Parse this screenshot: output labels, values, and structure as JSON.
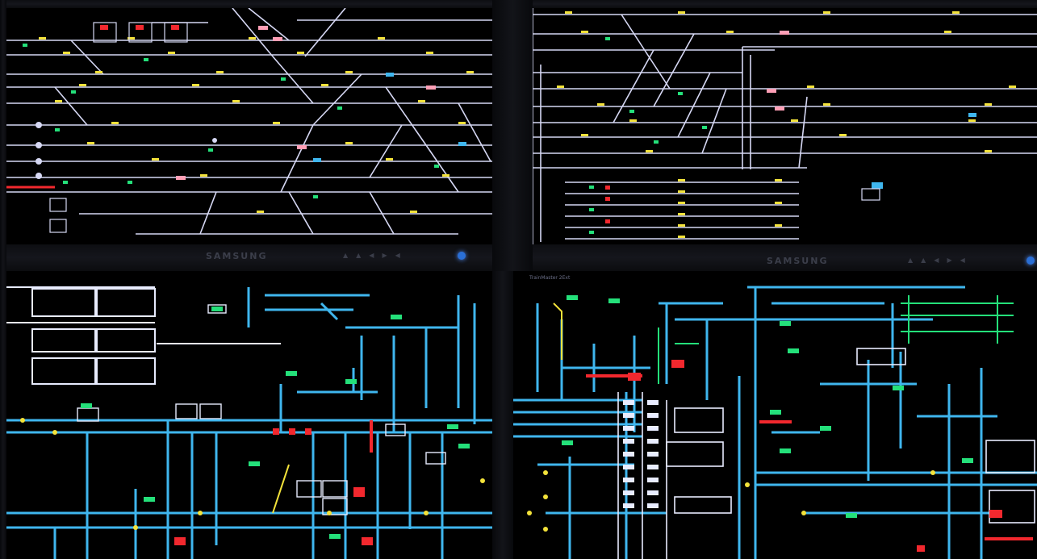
{
  "wall": {
    "title": "Railway signalling control room video wall",
    "monitor_brand": "SAMSUNG",
    "secondary_header": "TrainMaster 2Ext"
  },
  "colors": {
    "background": "#000000",
    "bezel": "#111216",
    "track_white": "#d6d8f4",
    "track_cyan": "#3fb6ee",
    "signal_green": "#24e07a",
    "signal_yellow": "#f3e23a",
    "alarm_red": "#f2282e",
    "pink_block": "#ff9fb6",
    "blue_led": "#2a6fd6"
  },
  "icons": {
    "power_led": "blue-power-led",
    "menu_arrows": "monitor-menu-arrows"
  }
}
